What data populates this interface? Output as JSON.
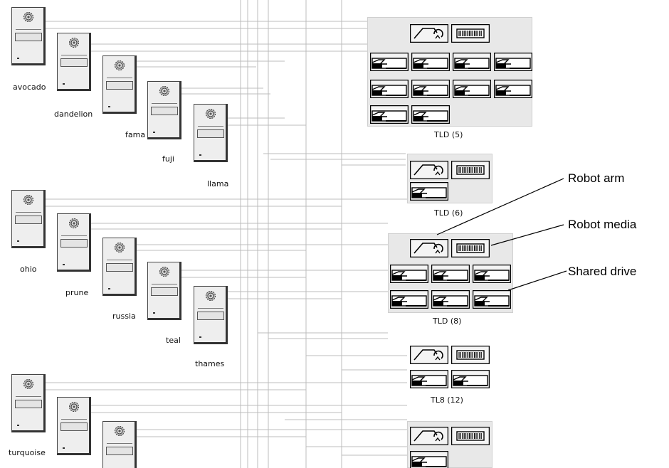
{
  "hosts": [
    {
      "id": "avocado",
      "label": "avocado"
    },
    {
      "id": "dandelion",
      "label": "dandelion"
    },
    {
      "id": "fama",
      "label": "fama"
    },
    {
      "id": "fuji",
      "label": "fuji"
    },
    {
      "id": "llama",
      "label": "llama"
    },
    {
      "id": "ohio",
      "label": "ohio"
    },
    {
      "id": "prune",
      "label": "prune"
    },
    {
      "id": "russia",
      "label": "russia"
    },
    {
      "id": "teal",
      "label": "teal"
    },
    {
      "id": "thames",
      "label": "thames"
    },
    {
      "id": "turquoise",
      "label": "turquoise"
    },
    {
      "id": "unlabeled-a",
      "label": ""
    },
    {
      "id": "unlabeled-b",
      "label": ""
    }
  ],
  "libraries": [
    {
      "id": "tld5",
      "label": "TLD (5)",
      "drives": 10
    },
    {
      "id": "tld6",
      "label": "TLD (6)",
      "drives": 1
    },
    {
      "id": "tld8",
      "label": "TLD (8)",
      "drives": 6
    },
    {
      "id": "tl8",
      "label": "TL8 (12)",
      "drives": 2
    },
    {
      "id": "lib-bottom",
      "label": "",
      "drives": 1
    }
  ],
  "callouts": {
    "robot_arm": "Robot arm",
    "robot_media": "Robot media",
    "shared_drive": "Shared drive"
  },
  "icons": {
    "host": "server-tower-icon",
    "robot_arm": "robot-arm-icon",
    "robot_media": "robot-media-icon",
    "drive": "tape-drive-icon"
  },
  "colors": {
    "wire": "#bcbcbc",
    "panel": "#e8e8e8",
    "icon_bg": "#f4f4f4",
    "outline": "#000000"
  }
}
